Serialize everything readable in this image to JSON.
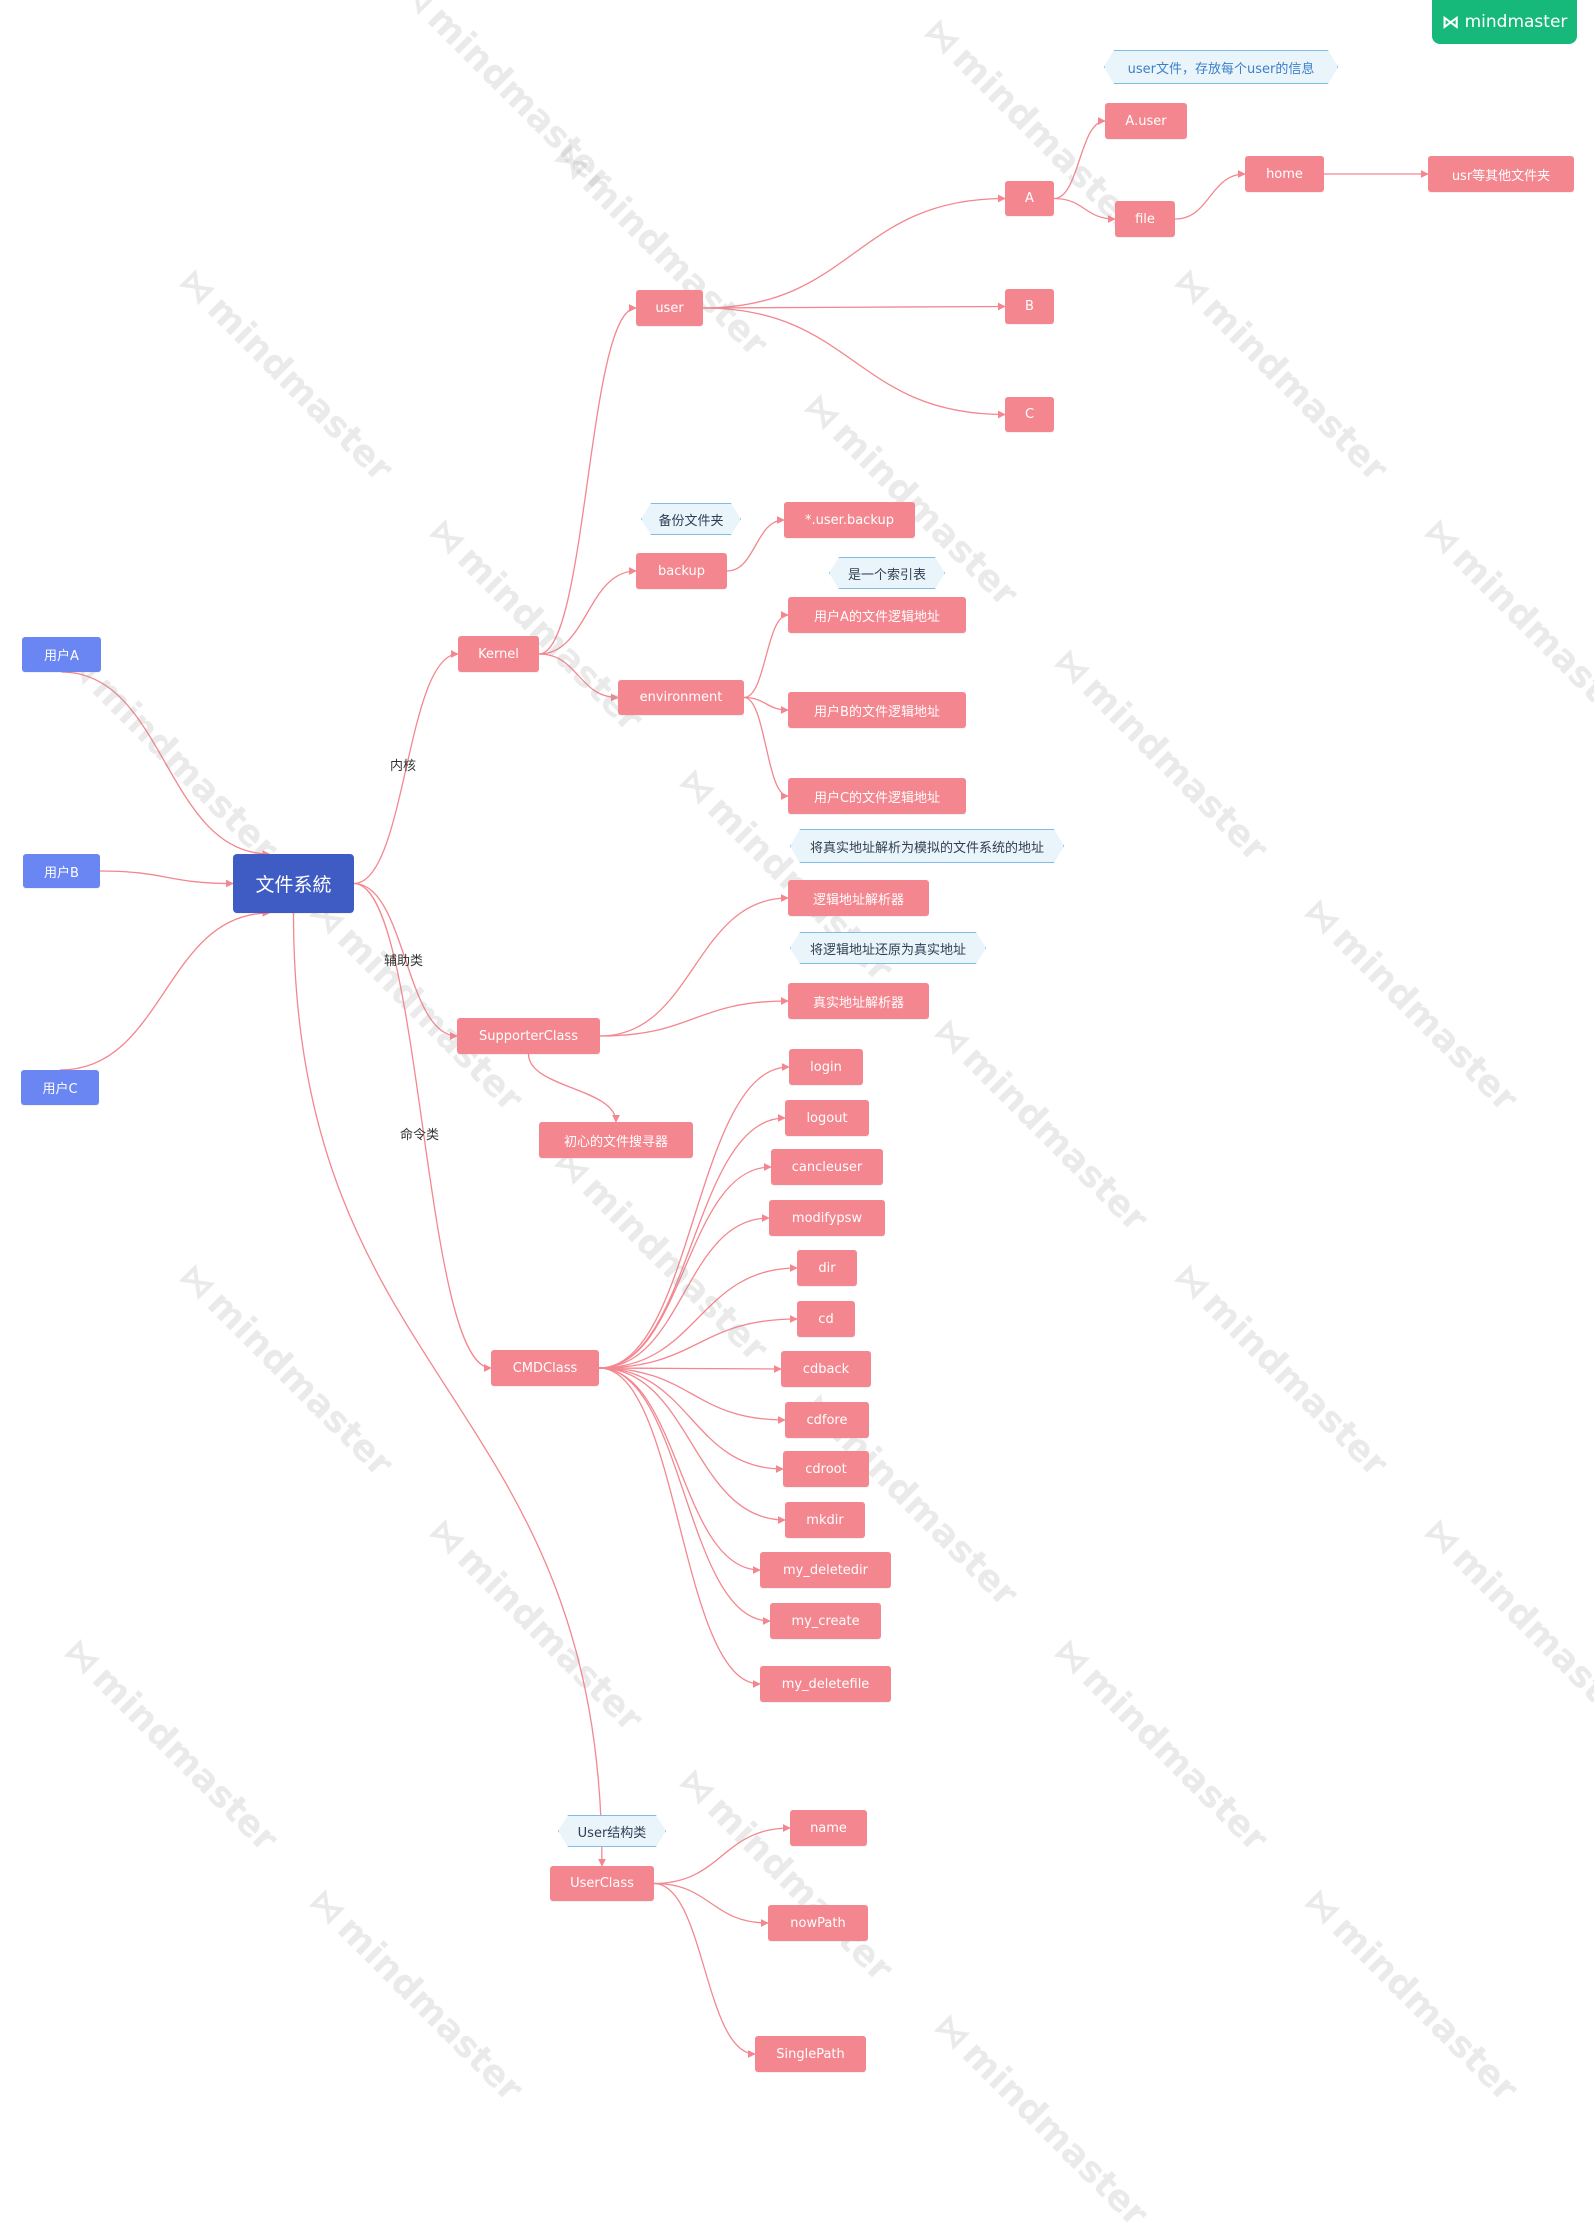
{
  "brand": {
    "icon": "mindmaster-logo-icon",
    "text": "mindmaster"
  },
  "watermark": {
    "text": "mindmaster"
  },
  "colors": {
    "branch_node": "#f4868f",
    "user_node": "#6a86f2",
    "root_node": "#3f5cc4",
    "connector": "#f4868f",
    "callout_fill": "#eaf4fb",
    "callout_border": "#7fbde6",
    "brand": "#16b97a"
  },
  "nodes": {
    "root": "文件系統",
    "user_a": "用户A",
    "user_b": "用户B",
    "user_c": "用户C",
    "kernel": "Kernel",
    "user": "user",
    "a": "A",
    "b": "B",
    "c": "C",
    "a_user": "A.user",
    "file": "file",
    "home": "home",
    "usr_other": "usr等其他文件夹",
    "backup": "backup",
    "user_backup": "*.user.backup",
    "environment": "environment",
    "addr_a": "用户A的文件逻辑地址",
    "addr_b": "用户B的文件逻辑地址",
    "addr_c": "用户C的文件逻辑地址",
    "supporter": "SupporterClass",
    "logic_parser": "逻辑地址解析器",
    "real_parser": "真实地址解析器",
    "searcher": "初心的文件搜寻器",
    "cmd": "CMDClass",
    "login": "login",
    "logout": "logout",
    "cancleuser": "cancleuser",
    "modifypsw": "modifypsw",
    "dir": "dir",
    "cd": "cd",
    "cdback": "cdback",
    "cdfore": "cdfore",
    "cdroot": "cdroot",
    "mkdir": "mkdir",
    "my_deletedir": "my_deletedir",
    "my_create": "my_create",
    "my_deletefile": "my_deletefile",
    "userclass": "UserClass",
    "name": "name",
    "nowpath": "nowPath",
    "singlepath": "SinglePath"
  },
  "callouts": {
    "user_file": "user文件，存放每个user的信息",
    "backup_folder": "备份文件夹",
    "index_table": "是一个索引表",
    "real_to_virtual": "将真实地址解析为模拟的文件系统的地址",
    "logic_to_real": "将逻辑地址还原为真实地址",
    "user_struct": "User结构类"
  },
  "edge_labels": {
    "kernel": "内核",
    "aux": "辅助类",
    "cmd": "命令类"
  }
}
